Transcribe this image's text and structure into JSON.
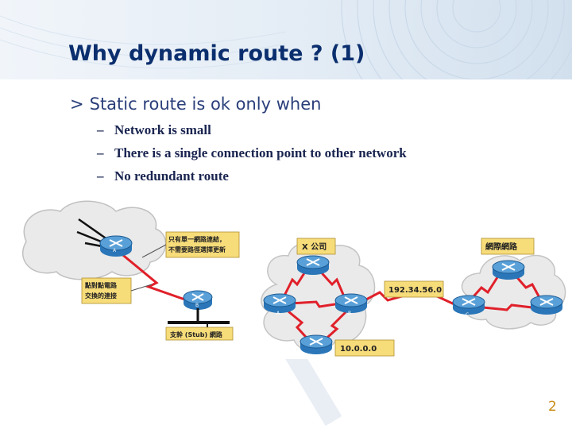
{
  "slide": {
    "title": "Why dynamic route ? (1)",
    "bullet": {
      "marker": ">",
      "text": "Static route is ok only when"
    },
    "subbullets": [
      {
        "marker": "–",
        "text": "Network is small"
      },
      {
        "marker": "–",
        "text": "There is a single connection point to other network"
      },
      {
        "marker": "–",
        "text": "No redundant route"
      }
    ],
    "page_number": "2"
  },
  "diagram_left": {
    "router_a_label": "A",
    "router_b_label": "B",
    "callout_single_link_line1": "只有單一網路連結，",
    "callout_single_link_line2": "不需要路徑選擇更新",
    "callout_p2p_line1": "點對點電路",
    "callout_p2p_line2": "交換的連接",
    "callout_stub": "支幹 (Stub) 網路"
  },
  "diagram_right": {
    "company_label": "X 公司",
    "internet_label": "網際網路",
    "ip_public": "192.34.56.0",
    "ip_private": "10.0.0.0",
    "router_a_label": "A",
    "router_b_label": "B",
    "router_c_label": "C"
  },
  "colors": {
    "title": "#0b2f6e",
    "callout_fill": "#f7dc7a",
    "link_red": "#e0202a",
    "router_blue": "#2a76b8",
    "page_number": "#c98a12"
  }
}
